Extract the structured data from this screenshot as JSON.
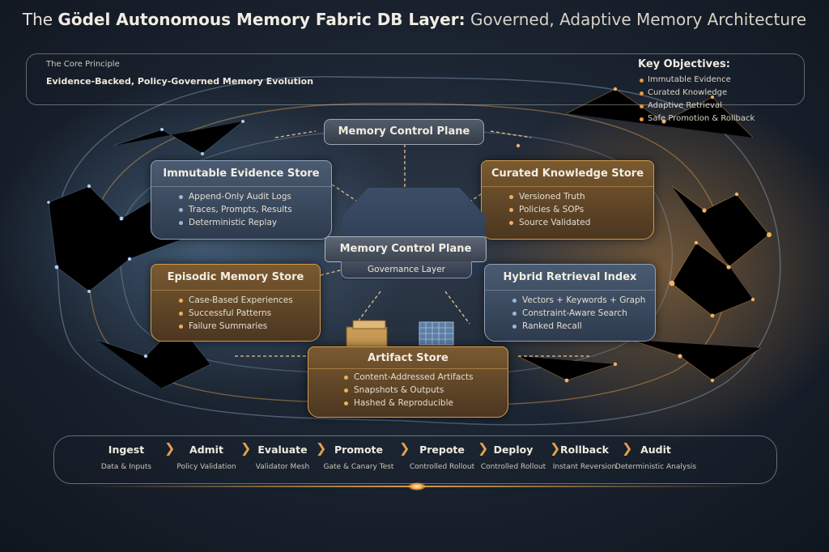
{
  "header": {
    "title_prefix": "The",
    "title_bold": "Gödel Autonomous Memory Fabric DB Layer:",
    "title_rest": "Governed, Adaptive Memory Architecture"
  },
  "principle": {
    "label": "The Core Principle",
    "value": "Evidence-Backed, Policy-Governed Memory Evolution"
  },
  "objectives": {
    "heading": "Key Objectives:",
    "items": [
      "Immutable Evidence",
      "Curated Knowledge",
      "Adaptive Retrieval",
      "Safe Promotion & Rollback"
    ]
  },
  "control_plane_top": "Memory Control Plane",
  "center": {
    "title": "Memory Control Plane",
    "subtitle": "Governance Layer"
  },
  "stores": {
    "evidence": {
      "title": "Immutable Evidence Store",
      "items": [
        "Append-Only Audit Logs",
        "Traces, Prompts, Results",
        "Deterministic Replay"
      ]
    },
    "knowledge": {
      "title": "Curated Knowledge Store",
      "items": [
        "Versioned Truth",
        "Policies & SOPs",
        "Source Validated"
      ]
    },
    "episodic": {
      "title": "Episodic Memory Store",
      "items": [
        "Case-Based Experiences",
        "Successful Patterns",
        "Failure Summaries"
      ]
    },
    "retrieval": {
      "title": "Hybrid Retrieval Index",
      "items": [
        "Vectors + Keywords + Graph",
        "Constraint-Aware Search",
        "Ranked Recall"
      ]
    },
    "artifact": {
      "title": "Artifact Store",
      "items": [
        "Content-Addressed Artifacts",
        "Snapshots & Outputs",
        "Hashed & Reproducible"
      ]
    }
  },
  "pipeline": [
    {
      "name": "Ingest",
      "desc": "Data & Inputs"
    },
    {
      "name": "Admit",
      "desc": "Policy Validation"
    },
    {
      "name": "Evaluate",
      "desc": "Validator Mesh"
    },
    {
      "name": "Promote",
      "desc": "Gate & Canary Test"
    },
    {
      "name": "Prepote",
      "desc": "Controlled Rollout"
    },
    {
      "name": "Deploy",
      "desc": "Controlled Rollout"
    },
    {
      "name": "Rollback",
      "desc": "Instant Reversion"
    },
    {
      "name": "Audit",
      "desc": "Deterministic Analysis"
    }
  ],
  "colors": {
    "accent": "#e89a3c",
    "blue_plate": "#3d4c61",
    "amber_plate": "#6a4d2a",
    "background": "#1b2431"
  },
  "icons": {
    "pipeline_separator": "chevron-right-icon",
    "bullet": "dot-icon"
  }
}
